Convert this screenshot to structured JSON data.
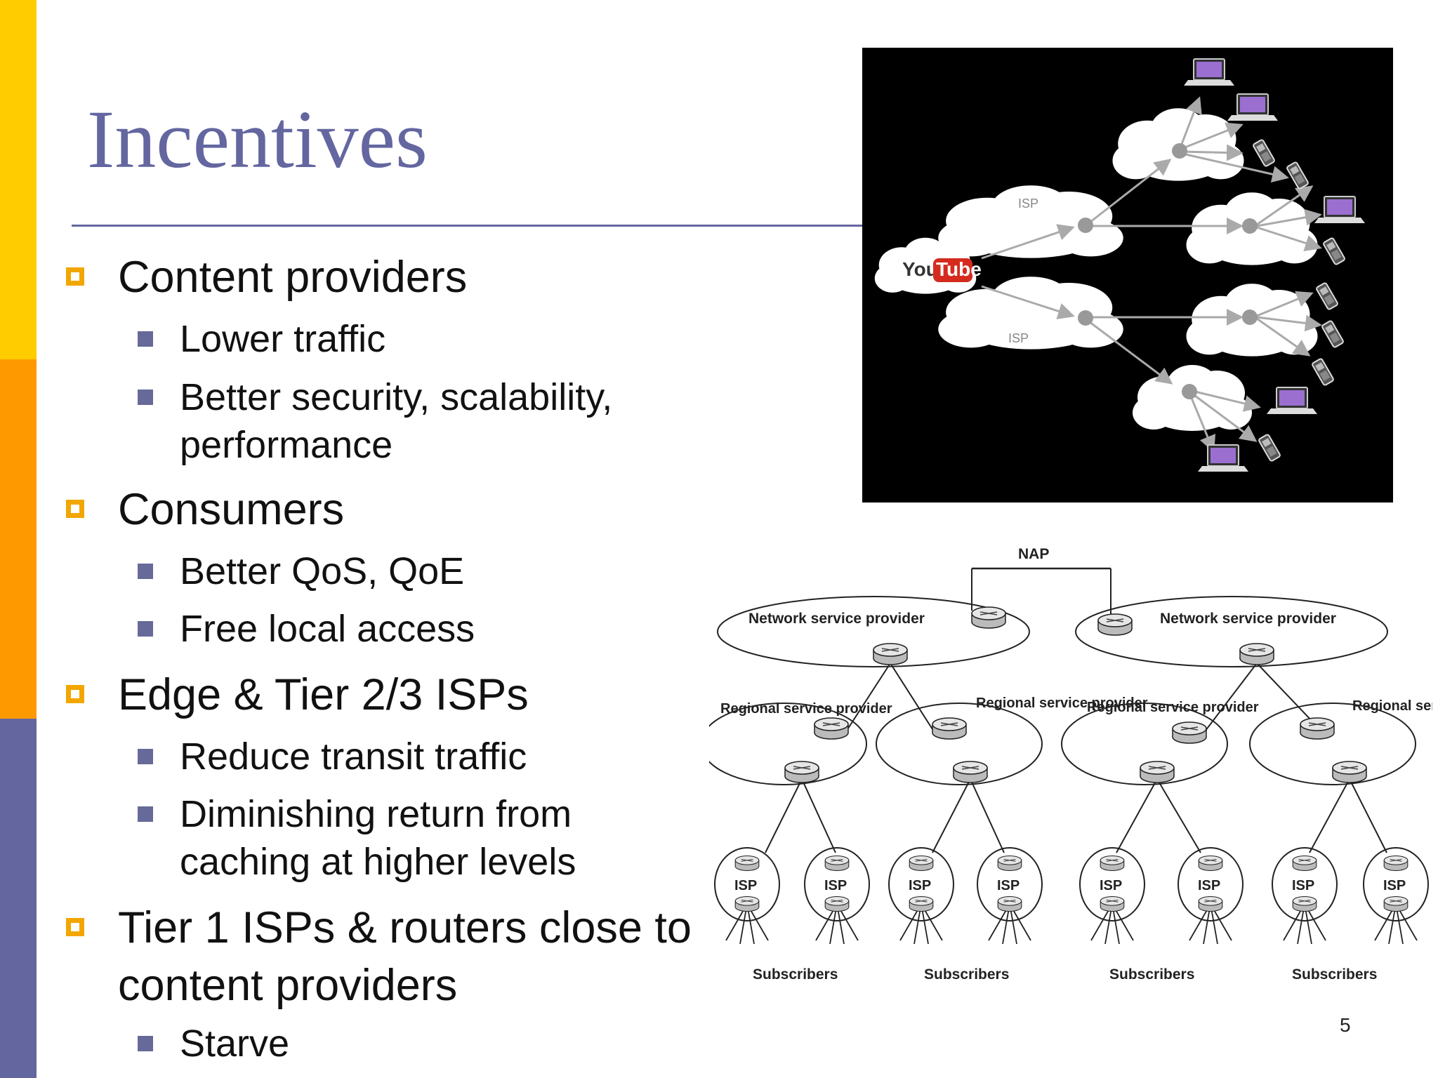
{
  "slide": {
    "title": "Incentives",
    "page_number": "5"
  },
  "colors": {
    "title": "#6466a0",
    "sidebar_top": "#ffcc00",
    "sidebar_middle": "#ff9900",
    "sidebar_bottom": "#6466a0",
    "bullet_square": "#f2a600",
    "sub_bullet": "#666a99"
  },
  "bullets": [
    {
      "text": "Content providers",
      "subs": [
        "Lower traffic",
        "Better security, scalability, performance"
      ]
    },
    {
      "text": "Consumers",
      "subs": [
        "Better QoS, QoE",
        "Free local access"
      ]
    },
    {
      "text": "Edge & Tier 2/3 ISPs",
      "subs": [
        "Reduce transit traffic",
        "Diminishing return from caching at higher levels"
      ]
    },
    {
      "text": "Tier 1 ISPs & routers close to content providers",
      "subs": [
        "Starve"
      ]
    }
  ],
  "top_figure": {
    "source_logo": {
      "you": "You",
      "tube": "Tube"
    },
    "isp_label_1": "ISP",
    "isp_label_2": "ISP"
  },
  "bottom_figure": {
    "nap": "NAP",
    "nsp_left": "Network service provider",
    "nsp_right": "Network service provider",
    "regional_1": "Regional service provider",
    "regional_2": "Regional service provider",
    "regional_3": "Regional service provider",
    "regional_4": "Regional service provider",
    "isp": [
      "ISP",
      "ISP",
      "ISP",
      "ISP",
      "ISP",
      "ISP",
      "ISP",
      "ISP"
    ],
    "subscribers": [
      "Subscribers",
      "Subscribers",
      "Subscribers",
      "Subscribers"
    ]
  }
}
